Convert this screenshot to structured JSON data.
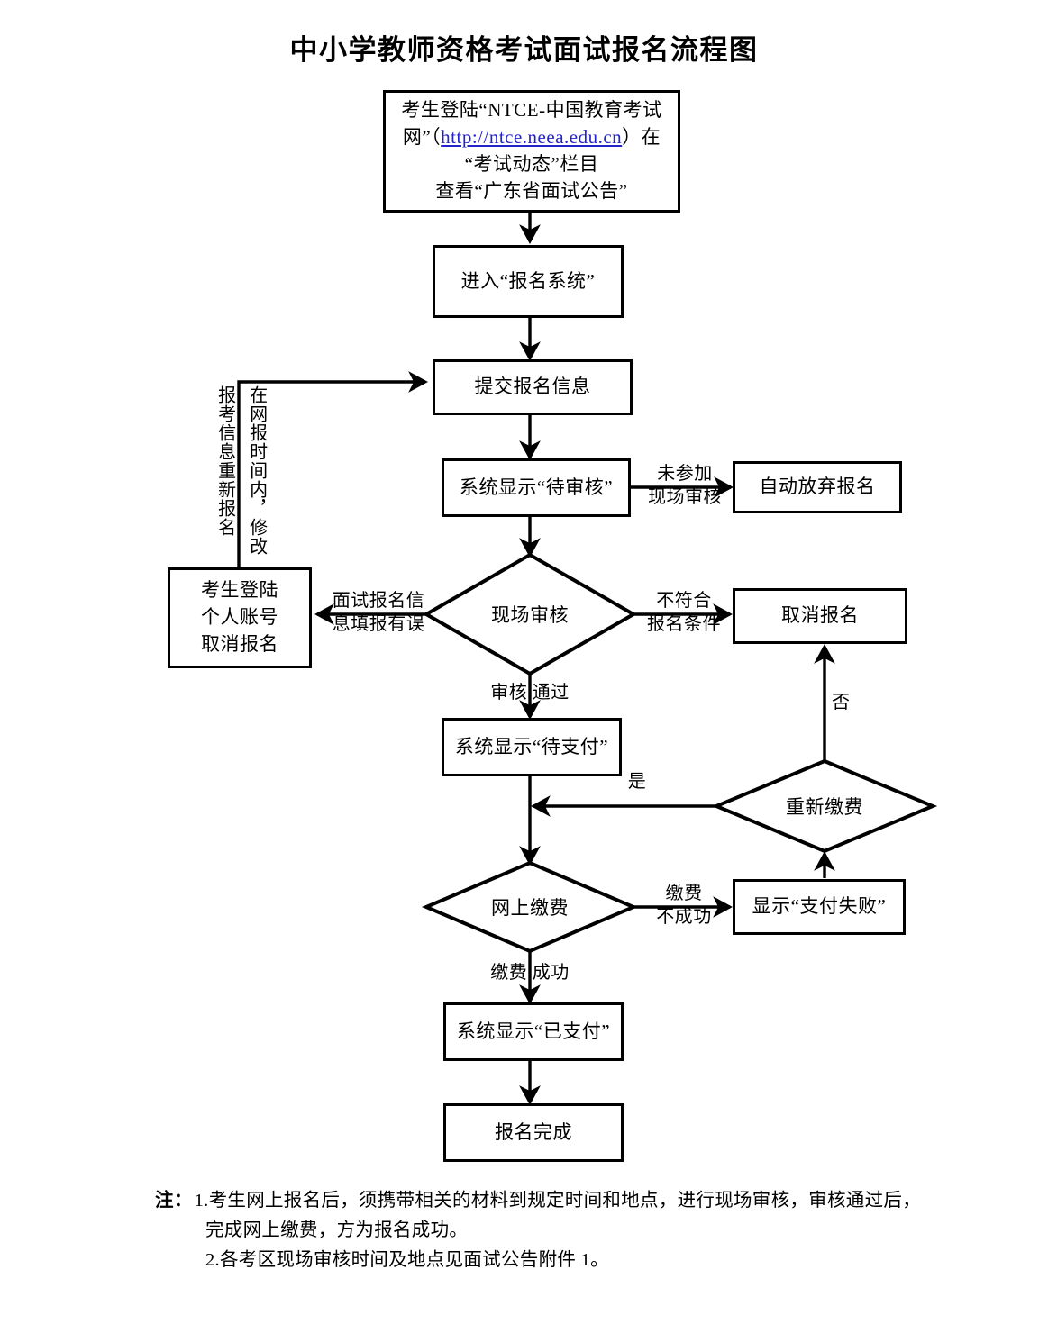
{
  "title": "中小学教师资格考试面试报名流程图",
  "nodes": {
    "start": {
      "line1": "考生登陆“NTCE-中国教育考试",
      "line2_pre": "网”（",
      "link": "http://ntce.neea.edu.cn",
      "line2_post": "）在",
      "line3": "“考试动态”栏目",
      "line4": "查看“广东省面试公告”"
    },
    "enter_system": "进入“报名系统”",
    "submit_info": "提交报名信息",
    "status_pending_review": "系统显示“待审核”",
    "auto_abandon": "自动放弃报名",
    "onsite_review": "现场审核",
    "cancel_registration": "取消报名",
    "candidate_cancel": "考生登陆\n个人账号\n取消报名",
    "status_pending_payment": "系统显示“待支付”",
    "repay": "重新缴费",
    "online_payment": "网上缴费",
    "payment_failed": "显示“支付失败”",
    "status_paid": "系统显示“已支付”",
    "registration_done": "报名完成"
  },
  "edge_labels": {
    "not_attend_onsite": "未参加\n现场审核",
    "not_meet_conditions": "不符合\n报名条件",
    "info_error": "面试报名信\n息填报有误",
    "review_passed": "审核  通过",
    "yes": "是",
    "no": "否",
    "payment_failed_label": "缴费\n不成功",
    "payment_success_label": "缴费  成功",
    "reapply_vertical": "报考信息重新报名",
    "modify_vertical": "在网报时间内，修改"
  },
  "notes": {
    "head": "注：",
    "item1_num": "1.",
    "item1_line1": "考生网上报名后，须携带相关的材料到规定时间和地点，进行现场审核，审核通过后，",
    "item1_line2": "完成网上缴费，方为报名成功。",
    "item2_num": "2.",
    "item2_line1": "各考区现场审核时间及地点见面试公告附件 1。"
  },
  "colors": {
    "stroke": "#000000",
    "background": "#ffffff",
    "link": "#2222cc"
  }
}
